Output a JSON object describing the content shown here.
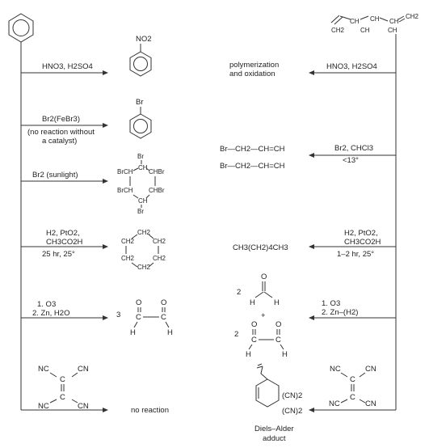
{
  "left": {
    "rows": [
      {
        "reagents": [
          "HNO3, H2SO4"
        ],
        "product_labels": [
          "NO2"
        ]
      },
      {
        "reagents": [
          "Br2(FeBr3)",
          "(no reaction without",
          "a catalyst)"
        ],
        "product_labels": [
          "Br"
        ]
      },
      {
        "reagents": [
          "Br2 (sunlight)"
        ],
        "product_labels": [
          "Br",
          "BrCH",
          "CH",
          "CHBr",
          "BrCH",
          "CHBr",
          "CH",
          "Br"
        ]
      },
      {
        "reagents": [
          "H2, PtO2,",
          "CH3CO2H",
          "25 hr, 25°"
        ],
        "product_labels": [
          "CH2",
          "CH2",
          "CH2",
          "CH2",
          "CH2",
          "CH2"
        ]
      },
      {
        "reagents": [
          "1. O3",
          "2. Zn, H2O"
        ],
        "product_labels": [
          "3",
          "O",
          "O",
          "C",
          "C",
          "H",
          "H"
        ]
      },
      {
        "reagents": [],
        "product_text": "no reaction"
      }
    ],
    "tcne_labels": [
      "NC",
      "CN",
      "C",
      "C",
      "NC",
      "CN"
    ]
  },
  "right": {
    "start_labels": [
      "CH",
      "CH",
      "CH",
      "CH2",
      "CH",
      "CH",
      "CH2"
    ],
    "rows": [
      {
        "reagents": [
          "HNO3, H2SO4"
        ],
        "product_lines": [
          "polymerization",
          "and oxidation"
        ]
      },
      {
        "reagents": [
          "Br2, CHCl3",
          "<13°"
        ],
        "product_lines": [
          "Br—CH2—CH=CH",
          "Br—CH2—CH=CH"
        ]
      },
      {
        "reagents": [
          "H2, PtO2,",
          "CH3CO2H",
          "1–2 hr, 25°"
        ],
        "product_lines": [
          "CH3(CH2)4CH3"
        ]
      },
      {
        "reagents": [
          "1. O3",
          "2. Zn–(H2)"
        ],
        "product_labels": [
          "2",
          "O",
          "H",
          "H",
          "+",
          "2",
          "O",
          "O",
          "C",
          "C",
          "H",
          "H"
        ]
      },
      {
        "reagents": [],
        "product_labels": [
          "(CN)2",
          "(CN)2"
        ],
        "caption": [
          "Diels–Alder",
          "adduct"
        ]
      }
    ],
    "tcne_labels": [
      "NC",
      "CN",
      "C",
      "C",
      "NC",
      "CN"
    ]
  }
}
